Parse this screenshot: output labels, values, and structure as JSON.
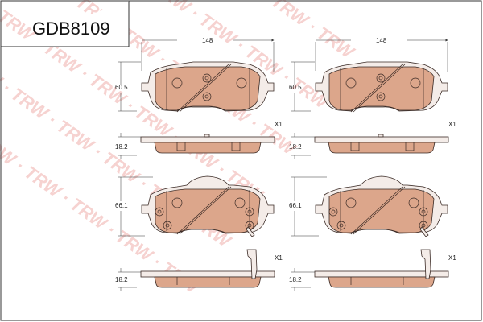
{
  "title": "GDB8109",
  "watermark": "TRW",
  "pads": [
    {
      "position": "top-left",
      "width_label": "148",
      "height_label": "60.5",
      "thickness_label": "18.2",
      "quantity": "X1"
    },
    {
      "position": "top-right",
      "width_label": "148",
      "height_label": "60.5",
      "thickness_label": "18.2",
      "quantity": "X1"
    },
    {
      "position": "bottom-left",
      "height_label": "66.1",
      "thickness_label": "18.2",
      "quantity": "X1"
    },
    {
      "position": "bottom-right",
      "height_label": "66.1",
      "thickness_label": "18.2",
      "quantity": "X1"
    }
  ],
  "colors": {
    "friction": "#dca68b",
    "backplate": "#f4ece8",
    "watermark": "#f6d2d0"
  }
}
